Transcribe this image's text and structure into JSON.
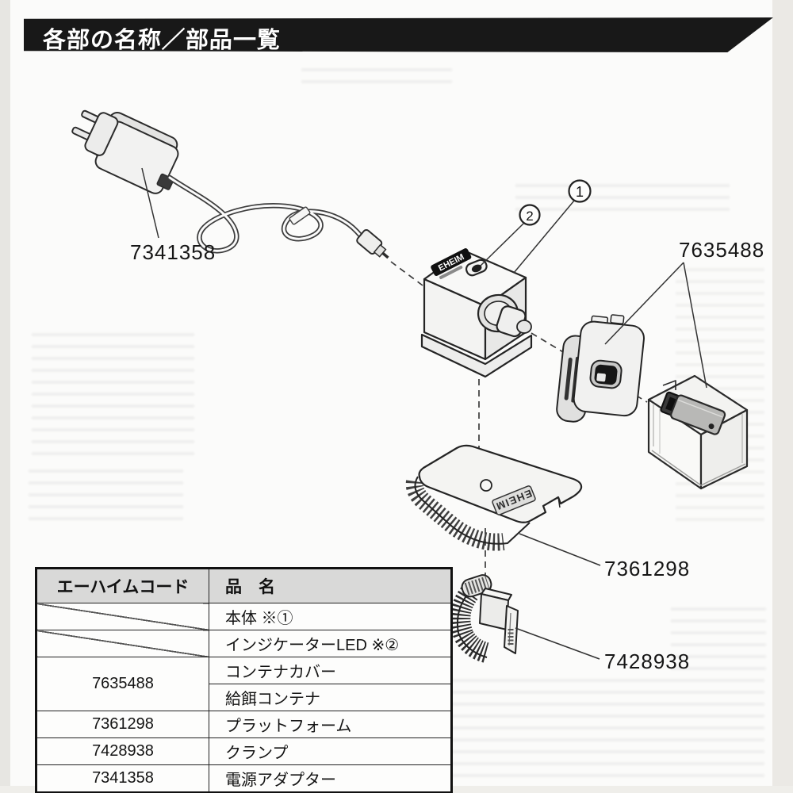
{
  "header": {
    "title": "各部の名称／部品一覧"
  },
  "diagram": {
    "callout_1": "1",
    "callout_2": "2",
    "label_power_adapter": "7341358",
    "label_container_set": "7635488",
    "label_platform": "7361298",
    "label_clamp": "7428938",
    "unit_logo": "EHEIM",
    "platform_logo": "EHEIM"
  },
  "parts_table": {
    "header_code": "エーハイムコード",
    "header_name": "品　名",
    "rows": [
      {
        "code": "",
        "name": "本体 ※①"
      },
      {
        "code": "",
        "name": "インジケーターLED ※②"
      },
      {
        "code": "7635488",
        "name": "コンテナカバー"
      },
      {
        "code": "",
        "name": "給餌コンテナ"
      },
      {
        "code": "7361298",
        "name": "プラットフォーム"
      },
      {
        "code": "7428938",
        "name": "クランプ"
      },
      {
        "code": "7341358",
        "name": "電源アダプター"
      }
    ]
  }
}
